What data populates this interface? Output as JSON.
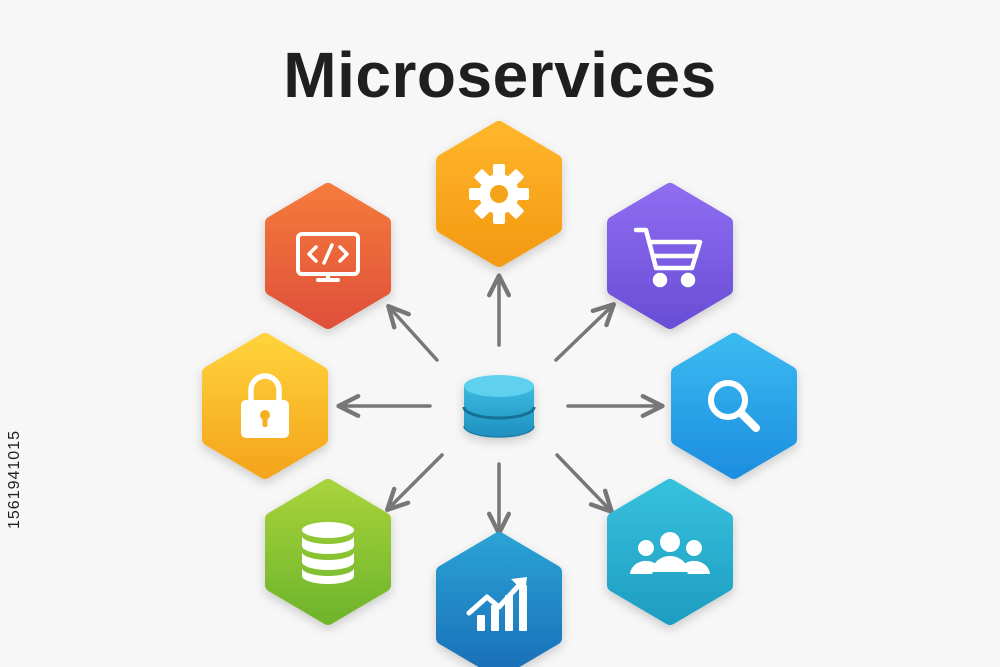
{
  "diagram": {
    "title": "Microservices",
    "side_id": "1561941015",
    "center": {
      "name": "central-database",
      "icon": "database-icon",
      "color": "#2aa7cc"
    },
    "services": [
      {
        "name": "code-service",
        "icon": "code-monitor-icon",
        "color_top": "#f47a3a",
        "color_bottom": "#e0513a"
      },
      {
        "name": "settings-service",
        "icon": "gear-icon",
        "color_top": "#ffb52a",
        "color_bottom": "#f39a12"
      },
      {
        "name": "cart-service",
        "icon": "shopping-cart-icon",
        "color_top": "#8d6cf0",
        "color_bottom": "#6a4fd6"
      },
      {
        "name": "security-service",
        "icon": "lock-icon",
        "color_top": "#ffd23a",
        "color_bottom": "#f4a51c"
      },
      {
        "name": "search-service",
        "icon": "search-icon",
        "color_top": "#39b9f0",
        "color_bottom": "#1e8fe0"
      },
      {
        "name": "data-service",
        "icon": "database-icon",
        "color_top": "#a6d23a",
        "color_bottom": "#6fb52c"
      },
      {
        "name": "analytics-service",
        "icon": "growth-chart-icon",
        "color_top": "#2aa1d4",
        "color_bottom": "#1a6fb8"
      },
      {
        "name": "users-service",
        "icon": "users-group-icon",
        "color_top": "#36c0dc",
        "color_bottom": "#1f9ec2"
      }
    ],
    "arrow_color": "#777777"
  }
}
